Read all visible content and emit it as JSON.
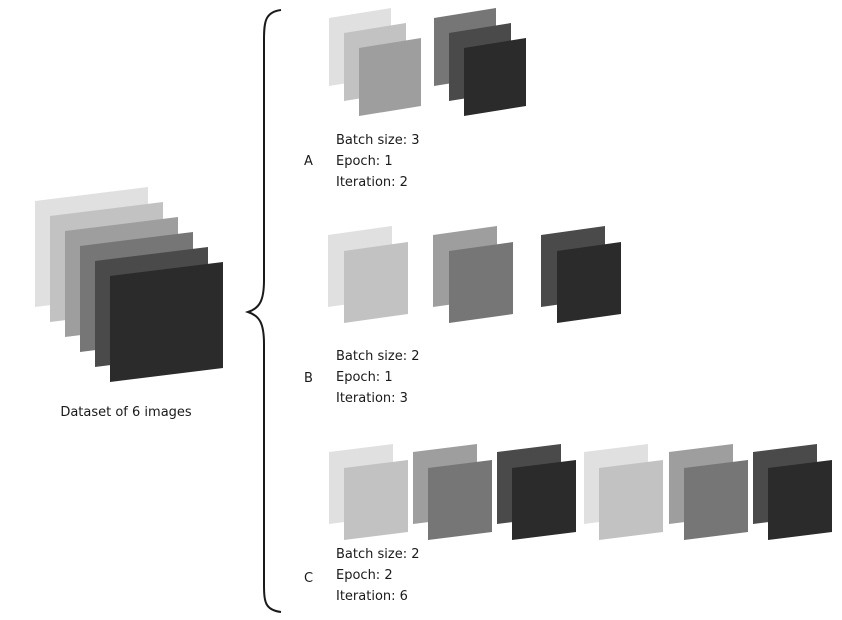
{
  "colors": [
    "#e0e0e0",
    "#c2c2c2",
    "#9e9e9e",
    "#767676",
    "#4a4a4a",
    "#2b2b2b"
  ],
  "dataset": {
    "caption": "Dataset of 6 images",
    "image_count": 6
  },
  "panels": [
    {
      "letter": "A",
      "lines": [
        "Batch size: 3",
        "Epoch: 1",
        "Iteration: 2"
      ],
      "batches": [
        [
          0,
          1,
          2
        ],
        [
          3,
          4,
          5
        ]
      ]
    },
    {
      "letter": "B",
      "lines": [
        "Batch size: 2",
        "Epoch: 1",
        "Iteration: 3"
      ],
      "batches": [
        [
          0,
          1
        ],
        [
          2,
          3
        ],
        [
          4,
          5
        ]
      ]
    },
    {
      "letter": "C",
      "lines": [
        "Batch size: 2",
        "Epoch: 2",
        "Iteration: 6"
      ],
      "batches": [
        [
          0,
          1
        ],
        [
          2,
          3
        ],
        [
          4,
          5
        ],
        [
          0,
          1
        ],
        [
          2,
          3
        ],
        [
          4,
          5
        ]
      ]
    }
  ]
}
